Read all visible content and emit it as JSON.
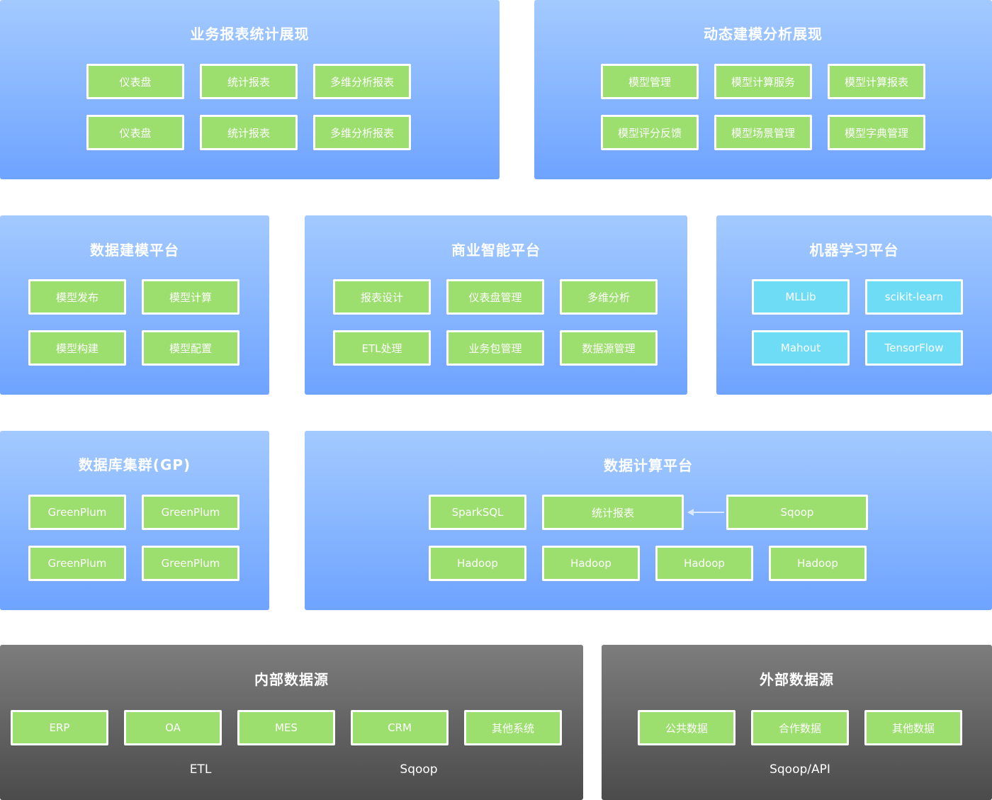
{
  "business_reports": {
    "title": "业务报表统计展现",
    "items": [
      "仪表盘",
      "统计报表",
      "多维分析报表",
      "仪表盘",
      "统计报表",
      "多维分析报表"
    ]
  },
  "dynamic_modeling": {
    "title": "动态建模分析展现",
    "items": [
      "模型管理",
      "模型计算服务",
      "模型计算报表",
      "模型评分反馈",
      "模型场景管理",
      "模型字典管理"
    ]
  },
  "data_modeling_platform": {
    "title": "数据建模平台",
    "items": [
      "模型发布",
      "模型计算",
      "模型构建",
      "模型配置"
    ]
  },
  "bi_platform": {
    "title": "商业智能平台",
    "items": [
      "报表设计",
      "仪表盘管理",
      "多维分析",
      "ETL处理",
      "业务包管理",
      "数据源管理"
    ]
  },
  "ml_platform": {
    "title": "机器学习平台",
    "items": [
      "MLLib",
      "scikit-learn",
      "Mahout",
      "TensorFlow"
    ],
    "accent": "#6fdcf6"
  },
  "db_cluster": {
    "title": "数据库集群(GP)",
    "items": [
      "GreenPlum",
      "GreenPlum",
      "GreenPlum",
      "GreenPlum"
    ]
  },
  "compute_platform": {
    "title": "数据计算平台",
    "items": [
      "SparkSQL",
      "统计报表",
      "Sqoop",
      "Hadoop",
      "Hadoop",
      "Hadoop",
      "Hadoop"
    ]
  },
  "internal_sources": {
    "title": "内部数据源",
    "items": [
      "ERP",
      "OA",
      "MES",
      "CRM",
      "其他系统"
    ],
    "labels": [
      "ETL",
      "Sqoop"
    ]
  },
  "external_sources": {
    "title": "外部数据源",
    "items": [
      "公共数据",
      "合作数据",
      "其他数据"
    ],
    "labels": [
      "Sqoop/API"
    ]
  },
  "colors": {
    "panel_blue_top": "#a3caff",
    "panel_blue_bottom": "#6ea3ff",
    "panel_gray_top": "#7d7d7d",
    "panel_gray_bottom": "#4b4b4b",
    "box_green": "#9ddf6e",
    "box_cyan": "#6fdcf6"
  }
}
